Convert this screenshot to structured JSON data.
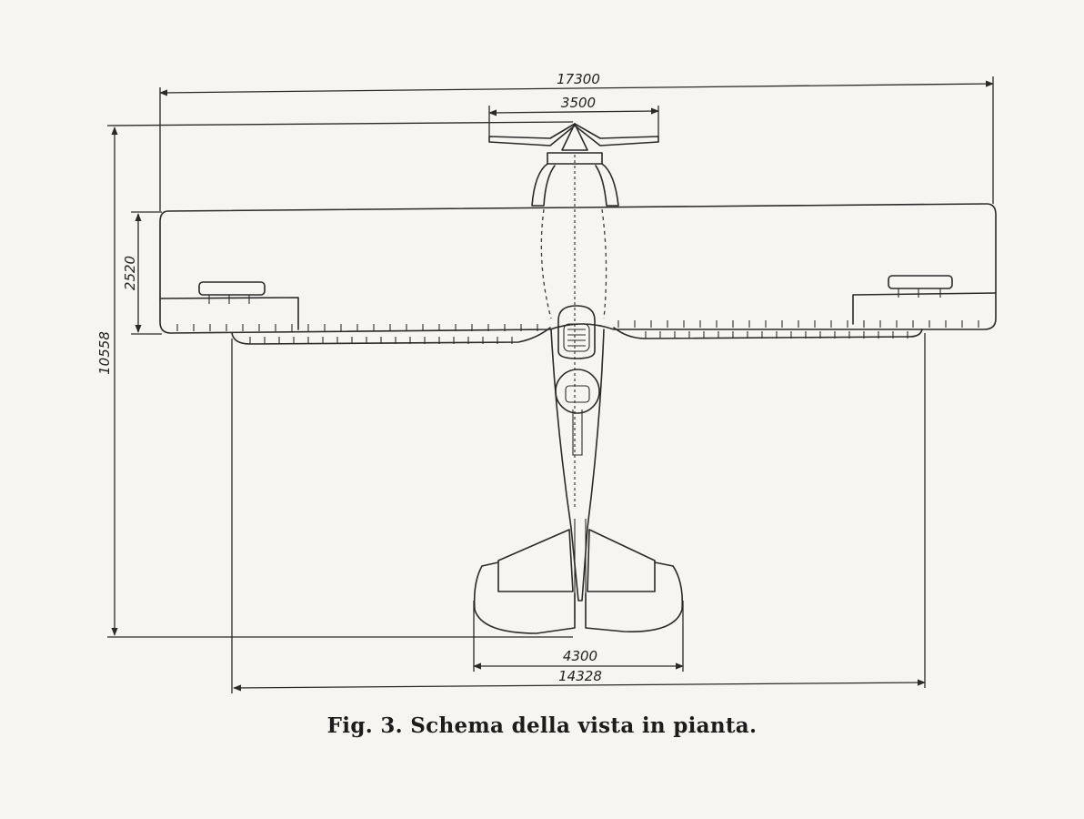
{
  "figure": {
    "caption": "Fig. 3. Schema della vista in pianta.",
    "dimensions": {
      "wingspan": "17300",
      "propeller": "3500",
      "wing_chord": "2520",
      "length": "10558",
      "tailplane_span": "4300",
      "lower_span": "14328"
    }
  }
}
